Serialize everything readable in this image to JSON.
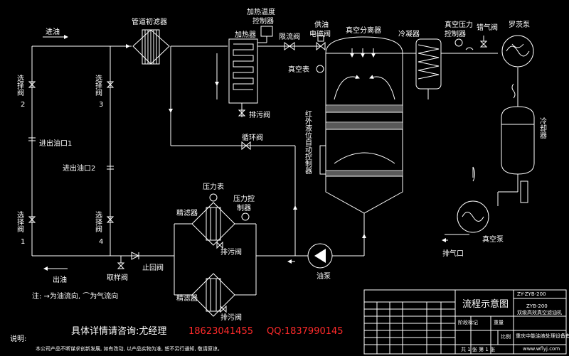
{
  "labels": {
    "inlet": "进油",
    "outlet": "出油",
    "pipe_filter": "管道初滤器",
    "heater": "加热器",
    "heater_ctrl_1": "加热温度",
    "heater_ctrl_2": "控制器",
    "drain": "排污阀",
    "throttle": "限流阀",
    "solenoid_1": "供油",
    "solenoid_2": "电磁阀",
    "separator": "真空分离器",
    "vacuum_gauge": "真空表",
    "condenser": "冷凝器",
    "vac_ctrl_1": "真空压力",
    "vac_ctrl_2": "控制器",
    "bleed_valve": "错气阀",
    "roots_pump": "罗茨泵",
    "cooler": "冷却器",
    "vacuum_pump": "真空泵",
    "exhaust": "排气口",
    "level_ctrl": "红外液位自动控制器",
    "circ_valve": "循环阀",
    "pressure_gauge": "压力表",
    "pressure_ctrl_1": "压力控",
    "pressure_ctrl_2": "制器",
    "fine_filter_1": "精滤器",
    "fine_filter_2": "精滤器",
    "drain_1": "排污阀",
    "drain_2": "排污阀",
    "oil_pump": "油泵",
    "check_valve": "止回阀",
    "sample_valve": "取样阀",
    "valve_2": "选择阀",
    "valve_2_num": "2",
    "valve_3": "选择阀",
    "valve_3_num": "3",
    "valve_1": "选择阀",
    "valve_1_num": "1",
    "valve_4": "选择阀",
    "valve_4_num": "4",
    "inlet_port_1": "进出油口1",
    "inlet_port_2": "进出油口2",
    "note": "注: →为油流向,  ⌒为气流向"
  },
  "footer": {
    "contact_prefix": "具体详情请咨询:尤经理",
    "phone": "18623041455",
    "qq": "QQ:1837990145",
    "explain": "说明:",
    "disclaimer": "本公司产品不断谋求创新发展, 如有改动, 以产品实物为准, 恕不另行通知, 敬请原谅。"
  },
  "title_block": {
    "title": "流程示意图",
    "code": "ZY-ZYB-200",
    "model": "ZYB-200",
    "name": "双级高效真空滤油机",
    "company": "重庆中能油液处理设备有限公司",
    "website": "www.wflyj.com",
    "stage_mark": "阶段标记",
    "weight": "重量",
    "scale": "比例",
    "sheet": "共 1 张   第 1 张"
  },
  "colors": {
    "line": "#ffffff",
    "accent": "#ff2a2a",
    "background": "#000000"
  }
}
